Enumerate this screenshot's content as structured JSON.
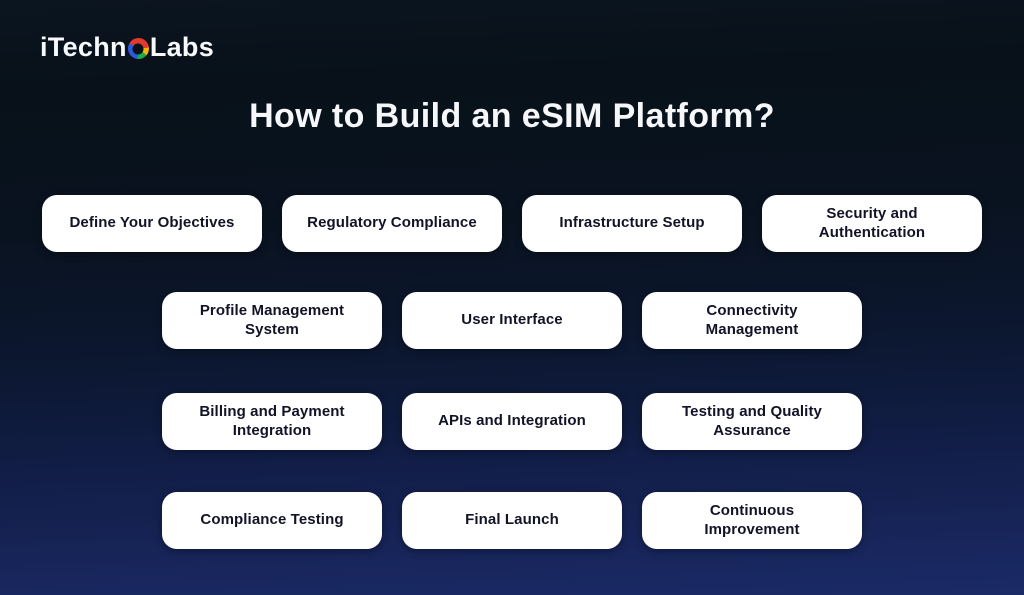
{
  "logo": {
    "prefix": "iTechn",
    "ring_icon": "multicolor-ring",
    "suffix": "Labs"
  },
  "title": "How to Build an eSIM Platform?",
  "colors": {
    "background_top": "#081119",
    "background_bottom": "#1a2a66",
    "box_background": "#ffffff",
    "box_text": "#121327",
    "title_text": "#f5f7fa",
    "logo_ring_red": "#e23a2e",
    "logo_ring_yellow": "#f2b705",
    "logo_ring_green": "#1faa4b",
    "logo_ring_blue": "#2a5adf"
  },
  "rows": [
    [
      "Define Your Objectives",
      "Regulatory Compliance",
      "Infrastructure Setup",
      "Security and\nAuthentication"
    ],
    [
      "Profile Management\nSystem",
      "User Interface",
      "Connectivity\nManagement"
    ],
    [
      "Billing and Payment\nIntegration",
      "APIs and Integration",
      "Testing and Quality\nAssurance"
    ],
    [
      "Compliance Testing",
      "Final Launch",
      "Continuous\nImprovement"
    ]
  ]
}
